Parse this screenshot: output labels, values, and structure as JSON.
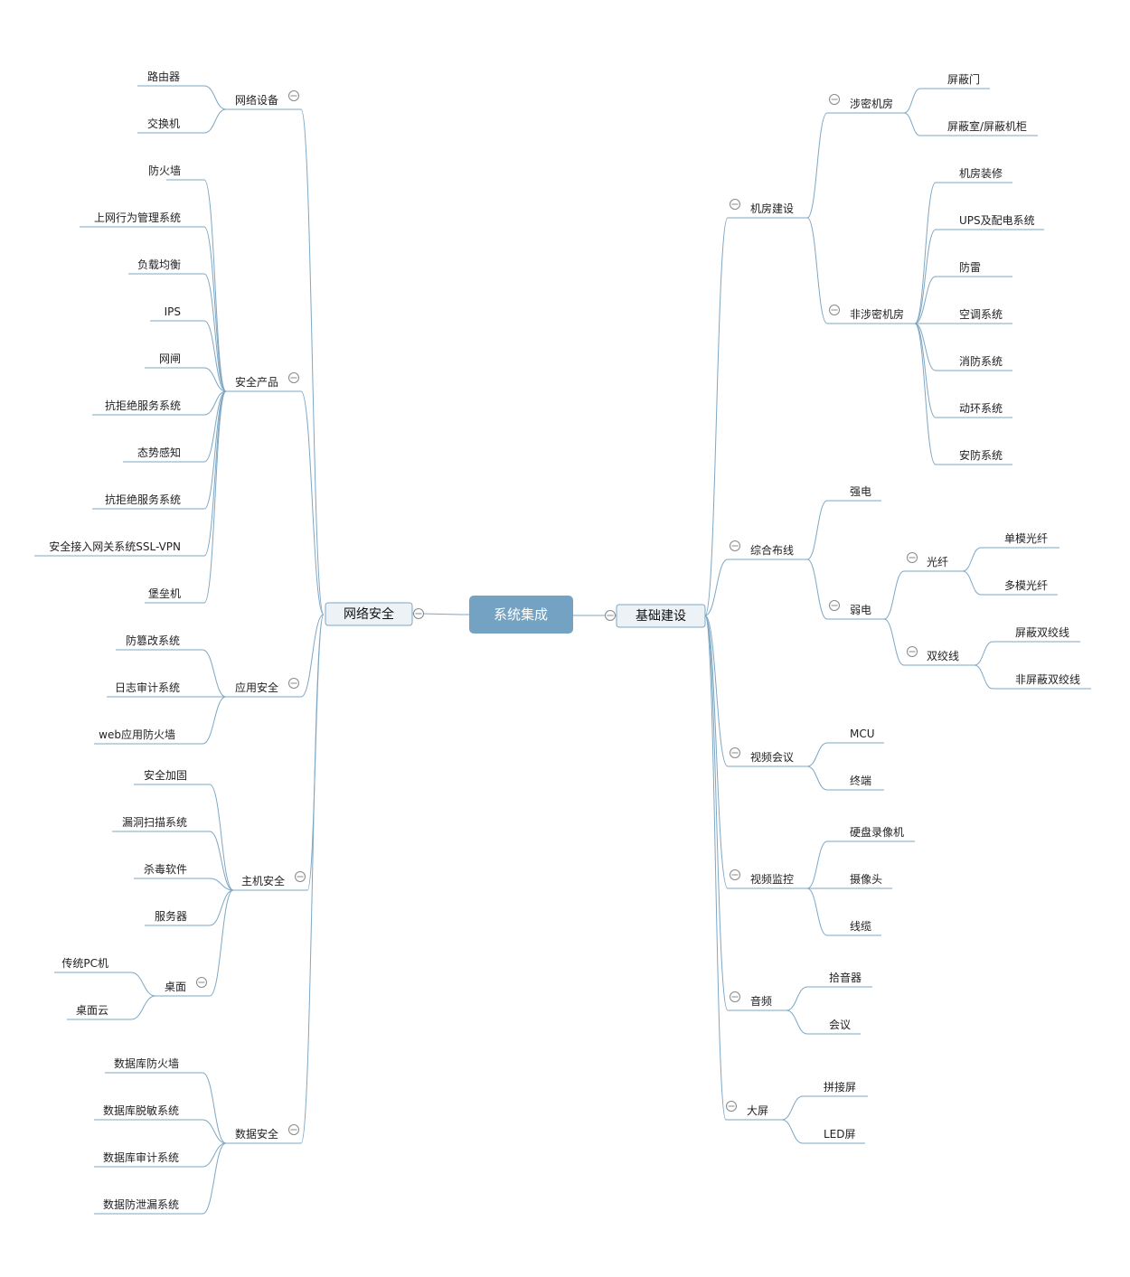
{
  "root": {
    "label": "系统集成",
    "color": "#74a2c2"
  },
  "left": {
    "label": "网络安全",
    "children": [
      {
        "label": "网络设备",
        "children": [
          {
            "label": "路由器"
          },
          {
            "label": "交换机"
          }
        ]
      },
      {
        "label": "安全产品",
        "children": [
          {
            "label": "防火墙"
          },
          {
            "label": "上网行为管理系统"
          },
          {
            "label": "负载均衡"
          },
          {
            "label": "IPS"
          },
          {
            "label": "网闸"
          },
          {
            "label": "抗拒绝服务系统"
          },
          {
            "label": "态势感知"
          },
          {
            "label": "抗拒绝服务系统"
          },
          {
            "label": "安全接入网关系统SSL-VPN"
          },
          {
            "label": "堡垒机"
          }
        ]
      },
      {
        "label": "应用安全",
        "children": [
          {
            "label": "防篡改系统"
          },
          {
            "label": "日志审计系统"
          },
          {
            "label": "web应用防火墙"
          }
        ]
      },
      {
        "label": "主机安全",
        "children": [
          {
            "label": "安全加固"
          },
          {
            "label": "漏洞扫描系统"
          },
          {
            "label": "杀毒软件"
          },
          {
            "label": "服务器"
          },
          {
            "label": "桌面",
            "children": [
              {
                "label": "传统PC机"
              },
              {
                "label": "桌面云"
              }
            ]
          }
        ]
      },
      {
        "label": "数据安全",
        "children": [
          {
            "label": "数据库防火墙"
          },
          {
            "label": "数据库脱敏系统"
          },
          {
            "label": "数据库审计系统"
          },
          {
            "label": "数据防泄漏系统"
          }
        ]
      }
    ]
  },
  "right": {
    "label": "基础建设",
    "children": [
      {
        "label": "机房建设",
        "children": [
          {
            "label": "涉密机房",
            "children": [
              {
                "label": "屏蔽门"
              },
              {
                "label": "屏蔽室/屏蔽机柜"
              }
            ]
          },
          {
            "label": "非涉密机房",
            "children": [
              {
                "label": "机房装修"
              },
              {
                "label": "UPS及配电系统"
              },
              {
                "label": "防雷"
              },
              {
                "label": "空调系统"
              },
              {
                "label": "消防系统"
              },
              {
                "label": "动环系统"
              },
              {
                "label": "安防系统"
              }
            ]
          }
        ]
      },
      {
        "label": "综合布线",
        "children": [
          {
            "label": "强电"
          },
          {
            "label": "弱电",
            "children": [
              {
                "label": "光纤",
                "children": [
                  {
                    "label": "单模光纤"
                  },
                  {
                    "label": "多模光纤"
                  }
                ]
              },
              {
                "label": "双绞线",
                "children": [
                  {
                    "label": "屏蔽双绞线"
                  },
                  {
                    "label": "非屏蔽双绞线"
                  }
                ]
              }
            ]
          }
        ]
      },
      {
        "label": "视频会议",
        "children": [
          {
            "label": "MCU"
          },
          {
            "label": "终端"
          }
        ]
      },
      {
        "label": "视频监控",
        "children": [
          {
            "label": "硬盘录像机"
          },
          {
            "label": "摄像头"
          },
          {
            "label": "线缆"
          }
        ]
      },
      {
        "label": "音频",
        "children": [
          {
            "label": "拾音器"
          },
          {
            "label": "会议"
          }
        ]
      },
      {
        "label": "大屏",
        "children": [
          {
            "label": "拼接屏"
          },
          {
            "label": "LED屏"
          }
        ]
      }
    ]
  }
}
